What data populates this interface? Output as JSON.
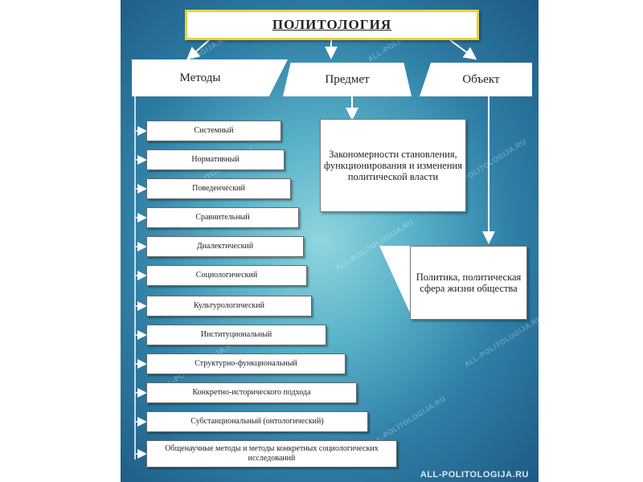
{
  "title": "ПОЛИТОЛОГИЯ",
  "headers": {
    "methods": "Методы",
    "subject": "Предмет",
    "object": "Объект"
  },
  "subject_text": "Закономерности становления, функционирования и изменения политической власти",
  "object_text": "Политика, политическая сфера жизни общества",
  "methods": [
    "Системный",
    "Нормативный",
    "Поведенческий",
    "Сравнительный",
    "Диалектический",
    "Социологический",
    "Культурологический",
    "Институциональный",
    "Структурно-функциональный",
    "Конкретно-исторического подхода",
    "Субстанциональный (онтологический)",
    "Общенаучные методы и методы конкретных социологических исследований"
  ],
  "watermark": "ALL-POLITOLOGIJA.RU",
  "colors": {
    "title_border": "#e8d23a",
    "arrow": "#ffffff"
  }
}
